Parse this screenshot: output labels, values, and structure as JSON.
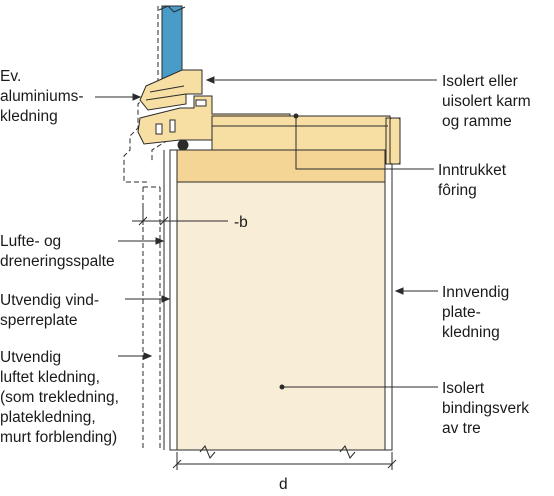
{
  "labels": {
    "aluminium": [
      "Ev.",
      "aluminiums-",
      "kledning"
    ],
    "air_gap": [
      "Lufte- og",
      "dreneringsspalte"
    ],
    "wind_barrier": [
      "Utvendig vind-",
      "sperreplate"
    ],
    "cladding": [
      "Utvendig",
      "luftet kledning,",
      "(som trekledning,",
      "platekledning,",
      "murt forblending)"
    ],
    "frame": [
      "Isolert eller",
      "uisolert karm",
      "og ramme"
    ],
    "lining": [
      "Inntrukket",
      "fôring"
    ],
    "inner_sheathing": [
      "Innvendig",
      "plate-",
      "kledning"
    ],
    "stud_wall": [
      "Isolert",
      "bindingsverk",
      "av tre"
    ],
    "dim_b": "-b",
    "dim_d": "d"
  },
  "colors": {
    "glass": "#4a9cc8",
    "frame_wood": "#f7dea3",
    "lining_wood": "#f5d595",
    "insulation": "#f8edd6",
    "line": "#2b2b2b"
  }
}
